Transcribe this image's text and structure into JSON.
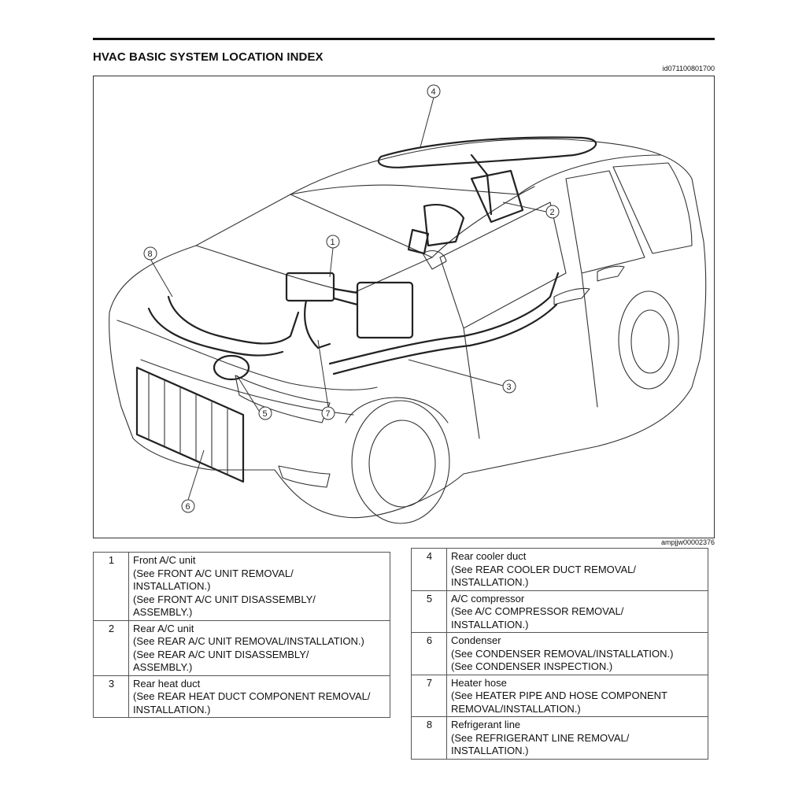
{
  "header": {
    "title": "HVAC BASIC SYSTEM LOCATION INDEX",
    "doc_id": "id071100801700"
  },
  "figure": {
    "figure_id": "ampjjw00002376",
    "callouts": [
      "1",
      "2",
      "3",
      "4",
      "5",
      "6",
      "7",
      "8"
    ]
  },
  "legend_left": [
    {
      "number": "1",
      "lines": [
        "Front A/C unit",
        "(See FRONT A/C UNIT REMOVAL/",
        "INSTALLATION.)",
        "(See FRONT A/C UNIT DISASSEMBLY/",
        "ASSEMBLY.)"
      ]
    },
    {
      "number": "2",
      "lines": [
        "Rear A/C unit",
        "(See REAR A/C UNIT REMOVAL/INSTALLATION.)",
        "(See REAR A/C UNIT DISASSEMBLY/",
        "ASSEMBLY.)"
      ]
    },
    {
      "number": "3",
      "lines": [
        "Rear heat duct",
        "(See REAR HEAT DUCT COMPONENT REMOVAL/",
        "INSTALLATION.)"
      ]
    }
  ],
  "legend_right": [
    {
      "number": "4",
      "lines": [
        "Rear cooler duct",
        "(See REAR COOLER DUCT REMOVAL/",
        "INSTALLATION.)"
      ]
    },
    {
      "number": "5",
      "lines": [
        "A/C compressor",
        "(See A/C COMPRESSOR REMOVAL/",
        "INSTALLATION.)"
      ]
    },
    {
      "number": "6",
      "lines": [
        "Condenser",
        "(See CONDENSER REMOVAL/INSTALLATION.)",
        "(See CONDENSER INSPECTION.)"
      ]
    },
    {
      "number": "7",
      "lines": [
        "Heater hose",
        "(See HEATER PIPE AND HOSE COMPONENT",
        "REMOVAL/INSTALLATION.)"
      ]
    },
    {
      "number": "8",
      "lines": [
        "Refrigerant line",
        "(See REFRIGERANT LINE REMOVAL/",
        "INSTALLATION.)"
      ]
    }
  ]
}
